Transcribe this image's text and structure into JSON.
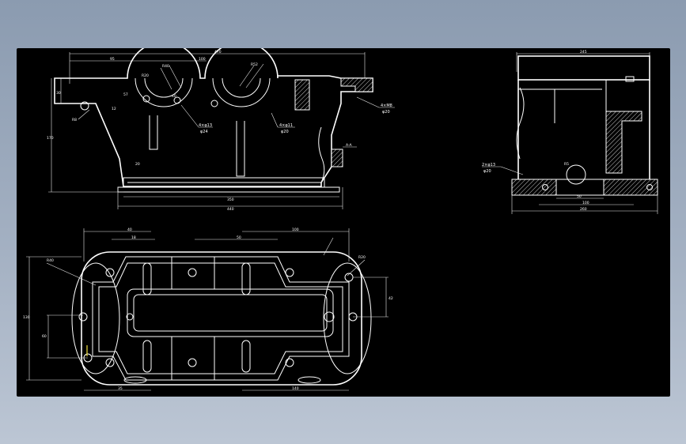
{
  "front_view": {
    "dims": {
      "overall_top": "470",
      "seg_a": "95",
      "seg_b": "100",
      "height_left": "170",
      "depth_left": "30",
      "height_short": "20",
      "bottom_mid": "350",
      "bottom_overall": "440",
      "r_top_1": "R20",
      "r_top_2": "R40",
      "r_top_3": "R52",
      "r_side": "R8",
      "dim_57": "57",
      "dim_40": "40",
      "dim_12": "12"
    },
    "callouts": {
      "bore_left": "4×φ13",
      "bore_left_depth": "φ24",
      "bore_mid": "4×φ11",
      "bore_mid_depth": "φ20",
      "flange_note": "4×M8",
      "flange_note_depth": "φ20",
      "section_mark": "A-A"
    }
  },
  "side_view": {
    "dims": {
      "top_width": "245",
      "bottom_1": "50",
      "bottom_2": "100",
      "bottom_3": "260",
      "hole_r": "R5"
    },
    "callouts": {
      "bolt_note": "2×φ13",
      "bolt_note_depth": "φ20"
    }
  },
  "top_view": {
    "dims": {
      "top_left": "40",
      "top_left_2": "18",
      "top_mid": "50",
      "top_right": "100",
      "left_height": "130",
      "inner_height": "60",
      "right_height": "42",
      "bottom_left": "35",
      "bottom_right": "140",
      "r_corner": "R40",
      "r_corner_2": "R20"
    }
  }
}
